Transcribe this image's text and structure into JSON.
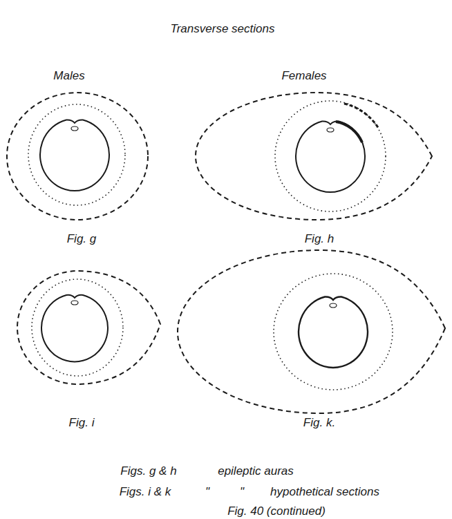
{
  "diagram": {
    "title": "Transverse sections",
    "labels": [
      "Males",
      "Females",
      "Fig. g",
      "Fig. h",
      "Fig. i",
      "Fig. k.",
      "Figs. g & h",
      "epileptic auras",
      "Figs. i & k",
      "\"",
      "\"",
      "hypothetical sections"
    ],
    "caption": "Fig. 40 (continued)"
  }
}
